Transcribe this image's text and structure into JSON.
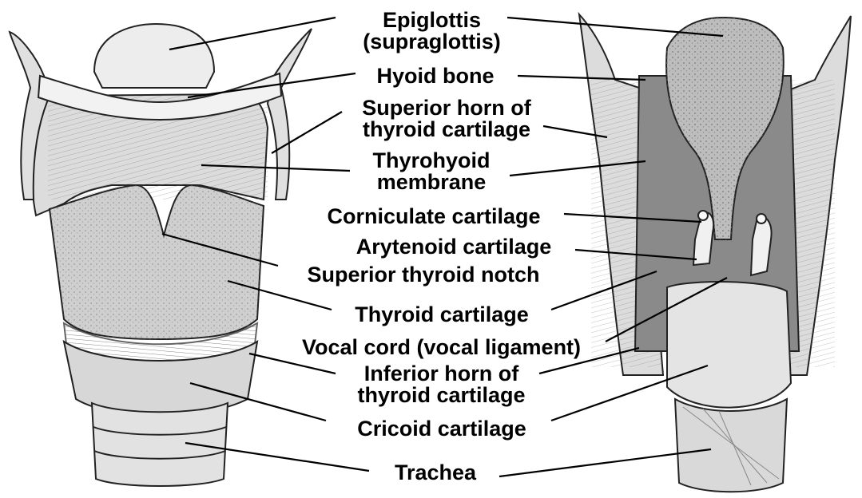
{
  "diagram": {
    "colors": {
      "ink": "#000000",
      "background": "#ffffff",
      "tissue_light": "#e6e6e6",
      "tissue_mid": "#bdbdbd",
      "tissue_dark": "#8a8a8a"
    },
    "labels": [
      {
        "id": "epiglottis",
        "lines": [
          "Epiglottis",
          "(supraglottis)"
        ]
      },
      {
        "id": "hyoid-bone",
        "lines": [
          "Hyoid bone"
        ]
      },
      {
        "id": "superior-horn",
        "lines": [
          "Superior horn of",
          "thyroid cartilage"
        ]
      },
      {
        "id": "thyrohyoid-membrane",
        "lines": [
          "Thyrohyoid",
          "membrane"
        ]
      },
      {
        "id": "corniculate-cartilage",
        "lines": [
          "Corniculate cartilage"
        ]
      },
      {
        "id": "arytenoid-cartilage",
        "lines": [
          "Arytenoid cartilage"
        ]
      },
      {
        "id": "superior-thyroid-notch",
        "lines": [
          "Superior thyroid notch"
        ]
      },
      {
        "id": "thyroid-cartilage",
        "lines": [
          "Thyroid cartilage"
        ]
      },
      {
        "id": "vocal-cord",
        "lines": [
          "Vocal cord (vocal ligament)"
        ]
      },
      {
        "id": "inferior-horn",
        "lines": [
          "Inferior horn of",
          "thyroid cartilage"
        ]
      },
      {
        "id": "cricoid-cartilage",
        "lines": [
          "Cricoid cartilage"
        ]
      },
      {
        "id": "trachea",
        "lines": [
          "Trachea"
        ]
      }
    ]
  }
}
